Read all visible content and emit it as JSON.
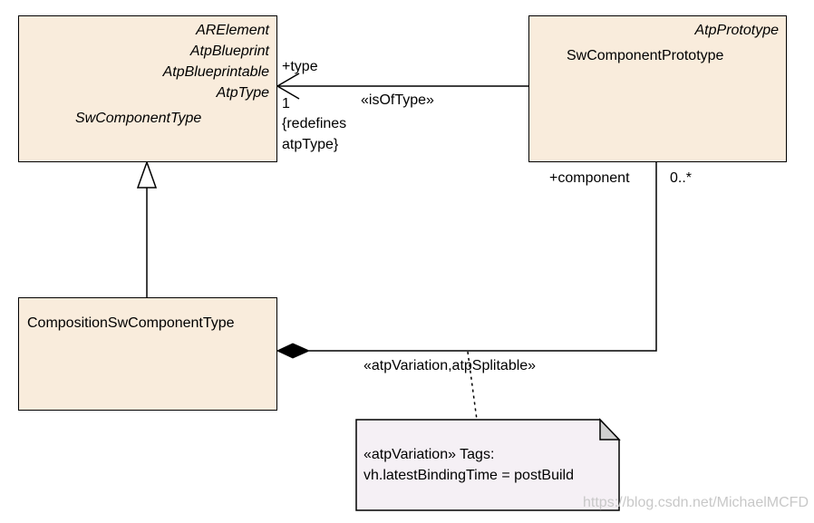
{
  "classes": {
    "sw_component_type": {
      "stereotypes": [
        "ARElement",
        "AtpBlueprint",
        "AtpBlueprintable",
        "AtpType"
      ],
      "name": "SwComponentType"
    },
    "sw_component_prototype": {
      "stereotype": "AtpPrototype",
      "name": "SwComponentPrototype"
    },
    "composition": {
      "name": "CompositionSwComponentType"
    }
  },
  "associations": {
    "type_role": "+type",
    "type_multiplicity": "1",
    "type_constraint_line1": "{redefines",
    "type_constraint_line2": "atpType}",
    "type_stereotype": "«isOfType»",
    "component_role": "+component",
    "component_multiplicity": "0..*",
    "component_stereotype": "«atpVariation,atpSplitable»"
  },
  "note": {
    "line1": "«atpVariation» Tags:",
    "line2": "vh.latestBindingTime = postBuild"
  },
  "watermark": "https://blog.csdn.net/MichaelMCFD",
  "colors": {
    "class_fill": "#f9ecdc",
    "note_fill": "#f5f0f5",
    "stroke": "#000000"
  }
}
